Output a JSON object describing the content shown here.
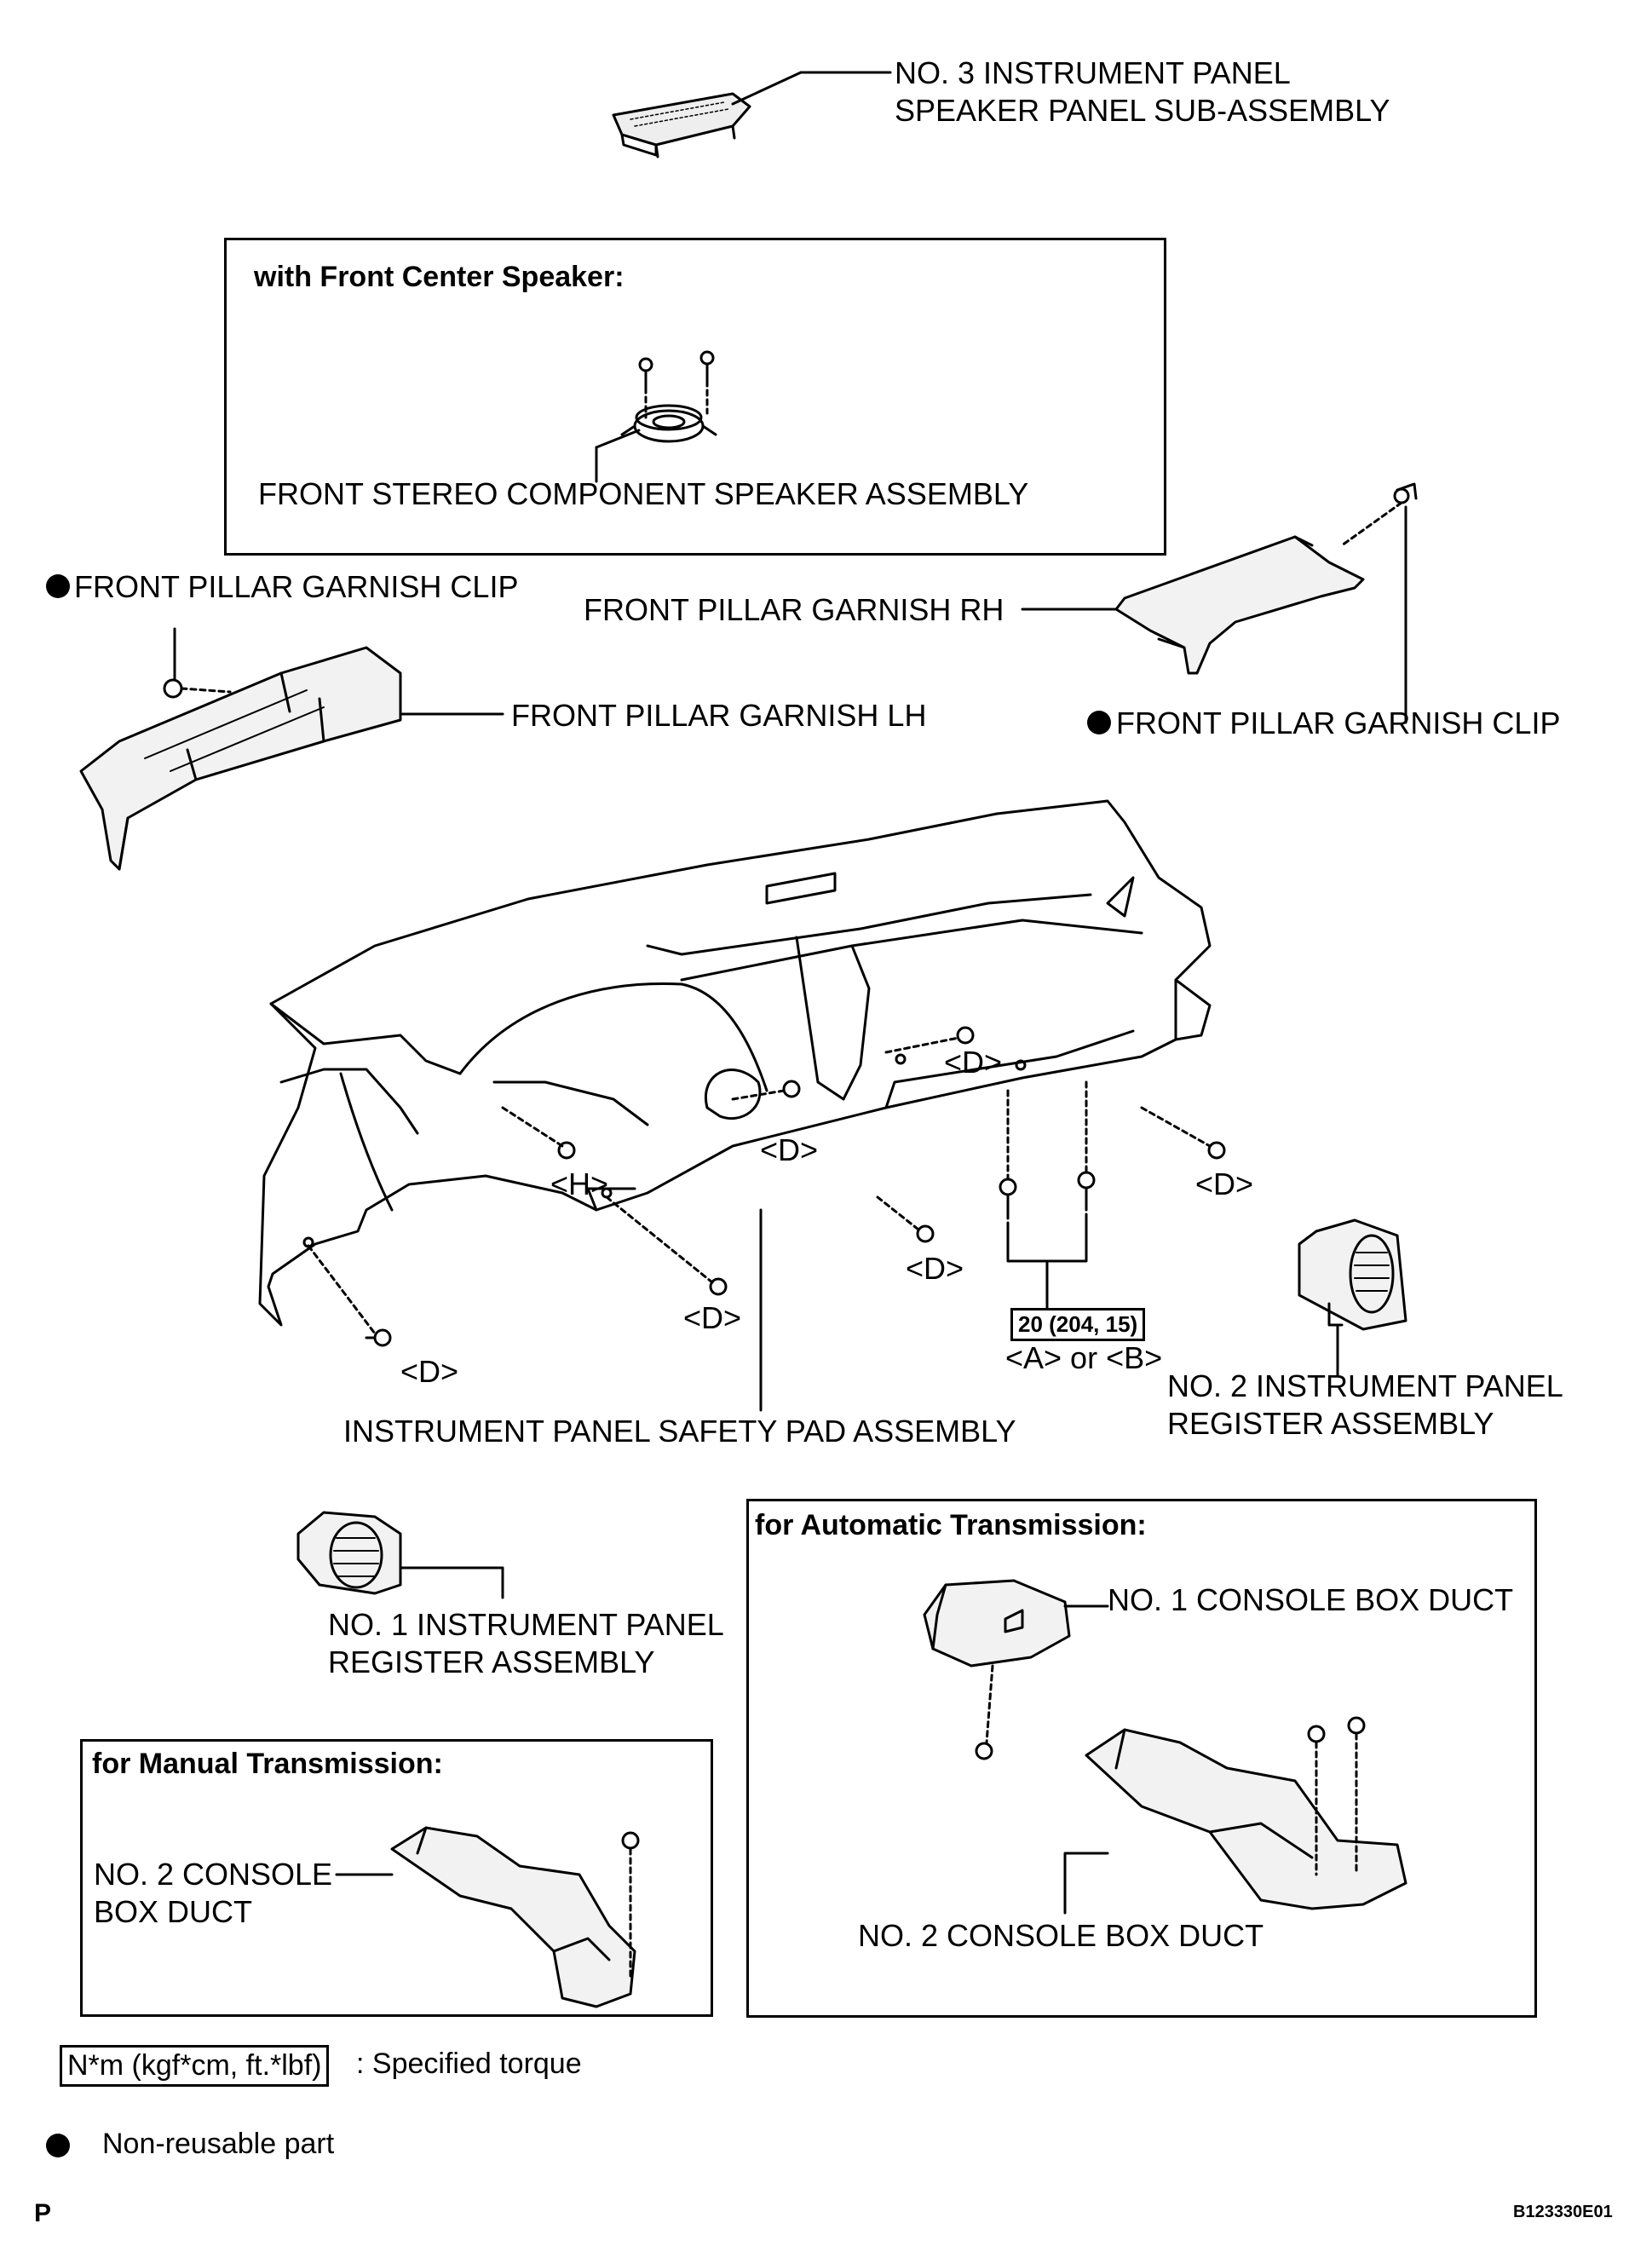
{
  "callouts": {
    "no3_speaker_panel": "NO. 3 INSTRUMENT PANEL\nSPEAKER PANEL SUB-ASSEMBLY",
    "front_center_box_title": "with Front Center Speaker:",
    "front_stereo_speaker": "FRONT STEREO COMPONENT SPEAKER ASSEMBLY",
    "pillar_clip_left": "FRONT PILLAR GARNISH CLIP",
    "pillar_garnish_rh": "FRONT PILLAR GARNISH RH",
    "pillar_garnish_lh": "FRONT PILLAR GARNISH LH",
    "pillar_clip_right": "FRONT PILLAR GARNISH CLIP",
    "safety_pad": "INSTRUMENT PANEL SAFETY PAD ASSEMBLY",
    "no2_register": "NO. 2 INSTRUMENT PANEL\nREGISTER ASSEMBLY",
    "no1_register": "NO. 1 INSTRUMENT PANEL\nREGISTER ASSEMBLY",
    "auto_box_title": "for Automatic Transmission:",
    "no1_console_duct": "NO. 1 CONSOLE BOX DUCT",
    "no2_console_duct_auto": "NO. 2 CONSOLE BOX DUCT",
    "manual_box_title": "for Manual Transmission:",
    "no2_console_duct_manual": "NO. 2 CONSOLE\nBOX DUCT"
  },
  "fastener_tags": {
    "d": "<D>",
    "h": "<H>",
    "a_or_b": "<A> or <B>"
  },
  "torque": {
    "value": "20 (204, 15)"
  },
  "legend": {
    "torque_units": "N*m (kgf*cm, ft.*lbf)",
    "torque_desc": ": Specified torque",
    "nonreusable_desc": "Non-reusable part"
  },
  "footer": {
    "page_mark": "P",
    "figure_code": "B123330E01"
  }
}
